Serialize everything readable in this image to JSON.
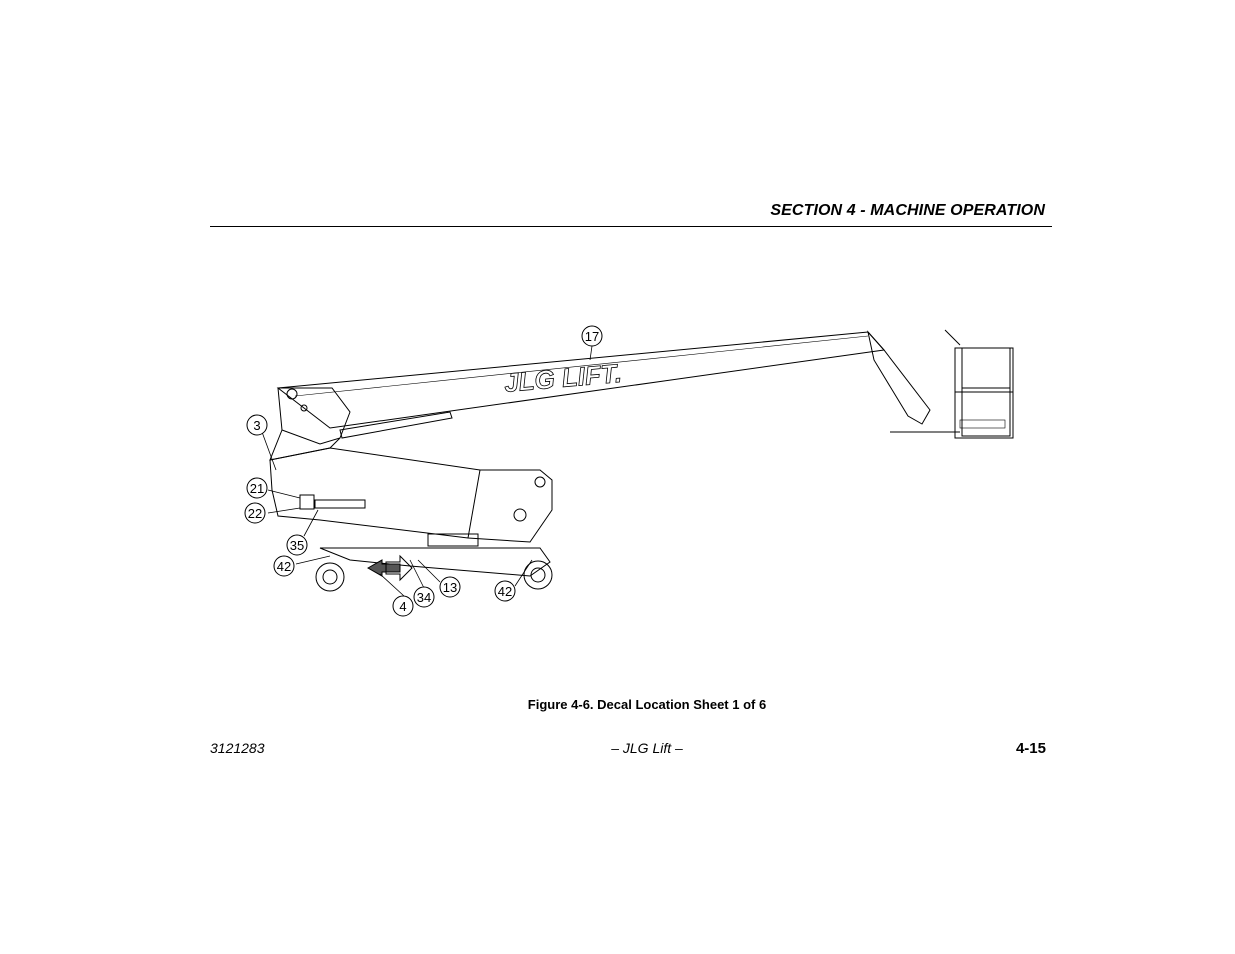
{
  "header": {
    "section_title": "SECTION 4 - MACHINE OPERATION"
  },
  "figure": {
    "boom_logo": "JLG LIFT.",
    "callouts": [
      "17",
      "3",
      "21",
      "22",
      "35",
      "42",
      "4",
      "34",
      "13",
      "42"
    ],
    "caption": "Figure 4-6. Decal Location Sheet 1 of 6"
  },
  "footer": {
    "doc_number": "3121283",
    "brand": "– JLG Lift –",
    "page_number": "4-15"
  }
}
